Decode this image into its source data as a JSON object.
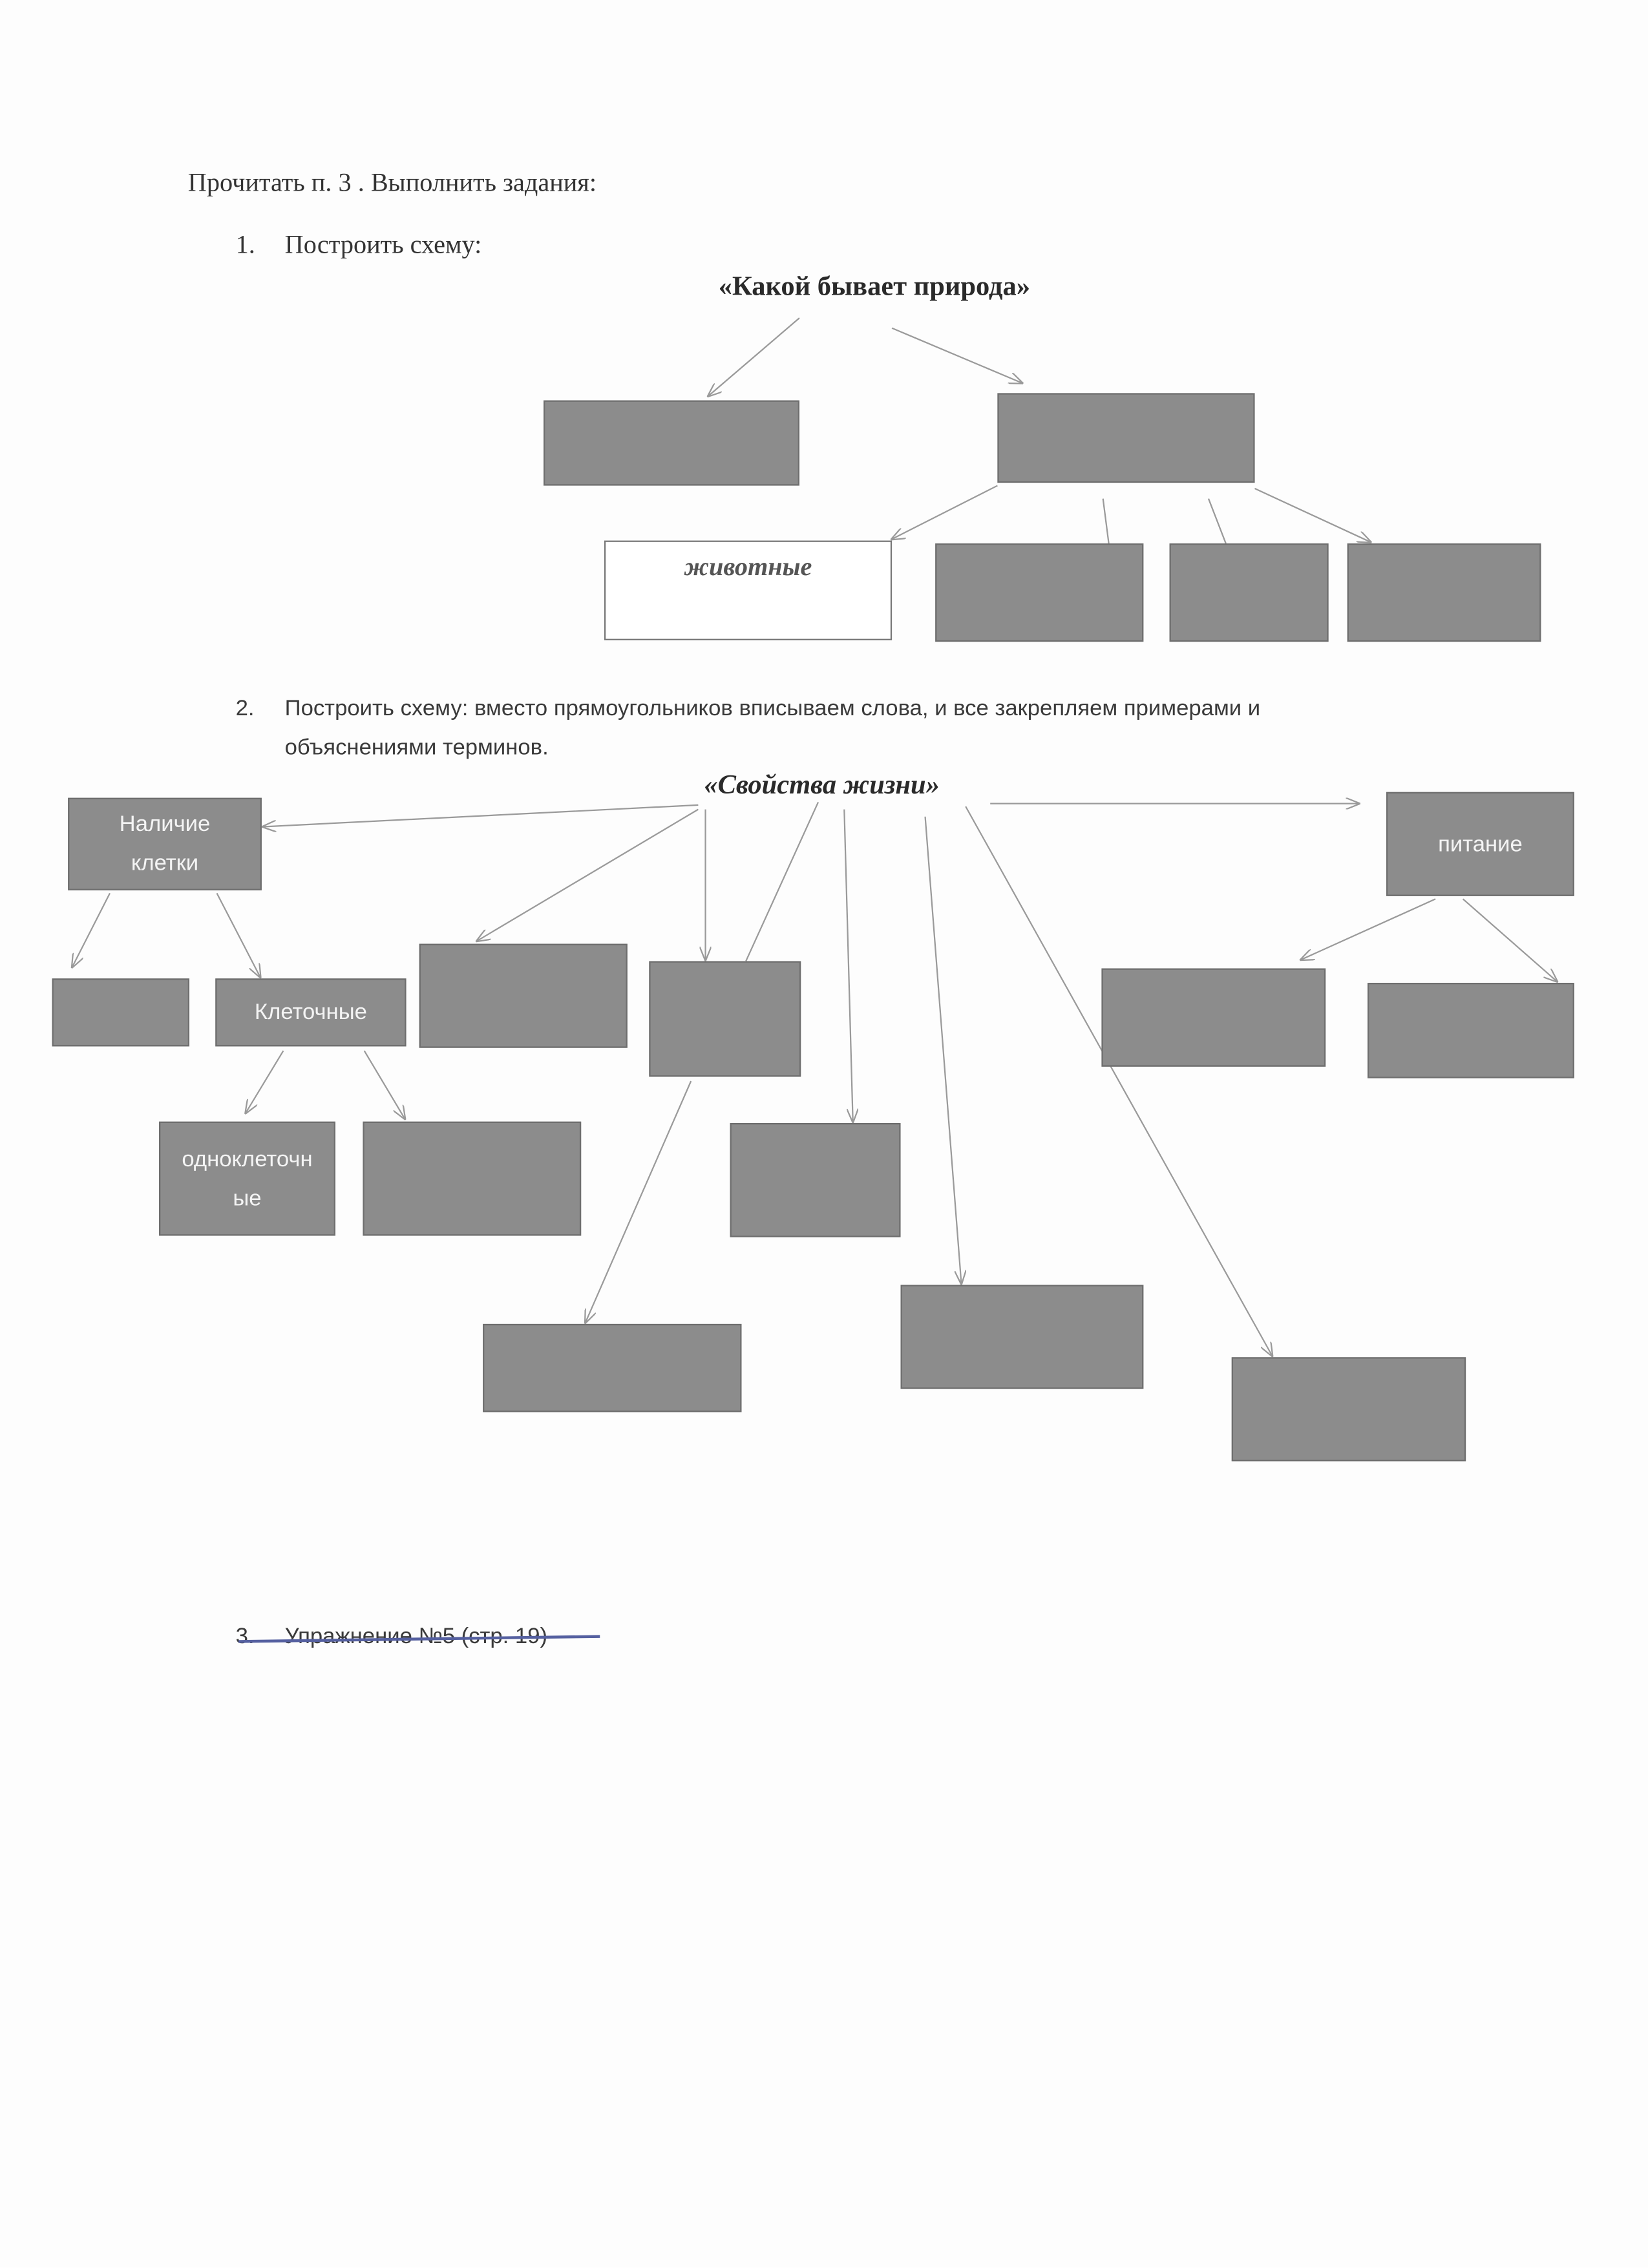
{
  "intro": "Прочитать п. 3 . Выполнить задания:",
  "task1": {
    "number": "1.",
    "text": "Построить схему:",
    "diagram_title": "«Какой бывает природа»",
    "boxes": [
      "",
      "",
      "животные",
      "",
      "",
      ""
    ]
  },
  "task2": {
    "number": "2.",
    "text_line1": "Построить схему: вместо прямоугольников вписываем слова, и все закрепляем примерами и",
    "text_line2": "объяснениями терминов.",
    "diagram_title": "«Свойства жизни»",
    "boxes": {
      "cell": "Наличие клетки",
      "nutrition": "питание",
      "cellular": "Клеточные",
      "unicellular": "одноклеточные"
    }
  },
  "task3": {
    "number": "3.",
    "text": "Упражнение №5 (стр. 19)"
  },
  "colors": {
    "box_fill": "#8c8c8c",
    "arrow": "#999999"
  }
}
